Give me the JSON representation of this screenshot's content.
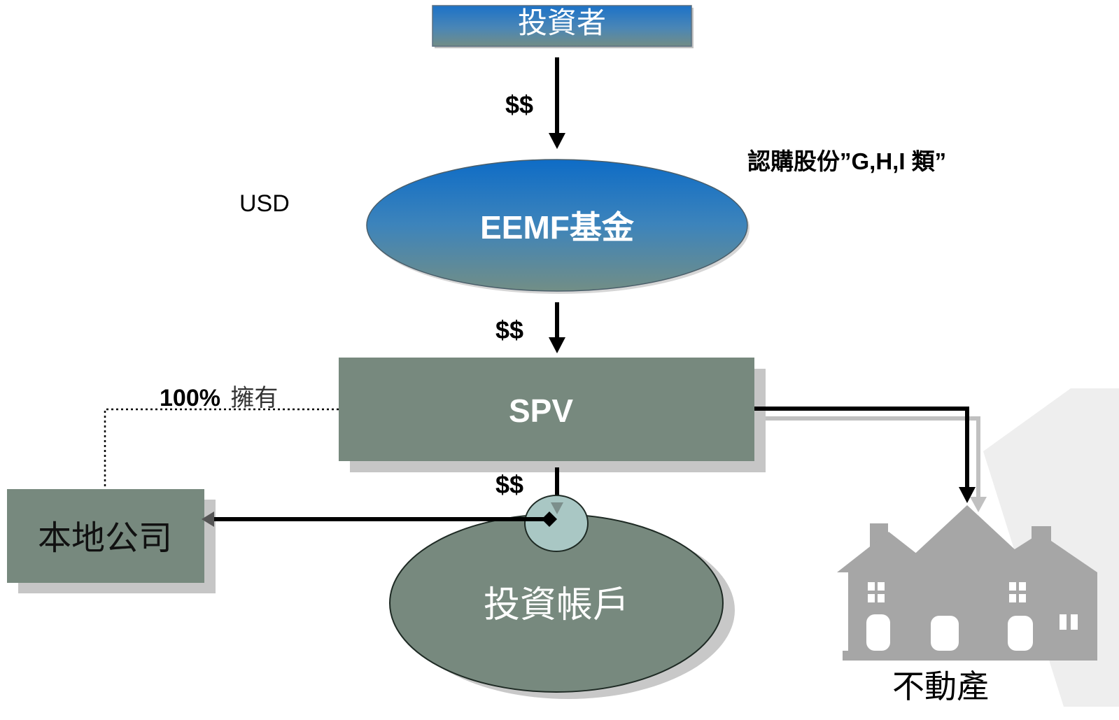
{
  "nodes": {
    "investor": "投資者",
    "fund": "EEMF基金",
    "spv": "SPV",
    "local_company": "本地公司",
    "investment_account": "投資帳戶",
    "real_estate": "不動產"
  },
  "labels": {
    "money_1": "$$",
    "money_2": "$$",
    "money_3": "$$",
    "currency": "USD",
    "share_classes": "認購股份”G,H,I 類”",
    "ownership_pct": "100%",
    "ownership_text": "擁有"
  },
  "colors": {
    "box_green": "#77897e",
    "shadow": "#c6c6c6",
    "blue_top": "#1a6fc4",
    "blue_bottom": "#6f8f8a",
    "house": "#9e9e9e",
    "arrow": "#000000"
  }
}
